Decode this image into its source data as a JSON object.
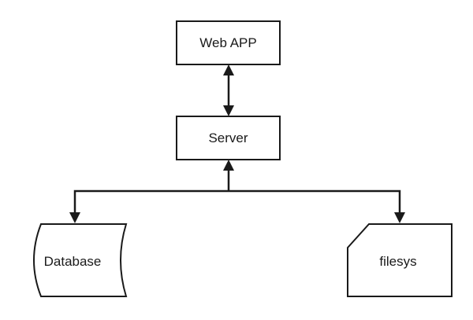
{
  "nodes": {
    "web_app": {
      "label": "Web APP"
    },
    "server": {
      "label": "Server"
    },
    "database": {
      "label": "Database"
    },
    "filesys": {
      "label": "filesys"
    }
  },
  "edges": [
    {
      "from": "web_app",
      "to": "server",
      "direction": "both"
    },
    {
      "from": "server",
      "to": "database",
      "direction": "both"
    },
    {
      "from": "server",
      "to": "filesys",
      "direction": "both"
    }
  ]
}
